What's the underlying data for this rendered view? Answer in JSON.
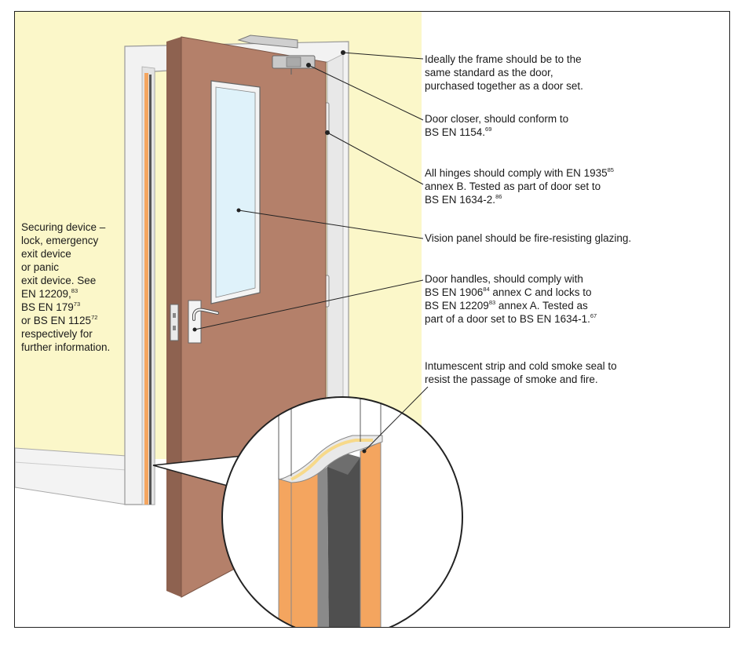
{
  "labels": {
    "frame": {
      "line1": "Ideally the frame should be to the",
      "line2": "same standard as the door,",
      "line3": "purchased together as a door set."
    },
    "closer": {
      "line1": "Door closer, should conform to",
      "line2_text": "BS EN 1154.",
      "line2_sup": "69"
    },
    "hinges": {
      "line1_text": "All hinges should comply with EN 1935",
      "line1_sup": "85",
      "line2": "annex B. Tested as part of door set to",
      "line3_text": "BS EN 1634-2.",
      "line3_sup": "86"
    },
    "vision": {
      "line1": "Vision panel should be fire-resisting glazing."
    },
    "handles": {
      "line1": "Door handles, should comply with",
      "line2_a": "BS EN 1906",
      "line2_sup": "84",
      "line2_b": " annex C and locks to",
      "line3_a": "BS EN 12209",
      "line3_sup": "83",
      "line3_b": " annex A. Tested as",
      "line4_text": "part of a door set to BS EN 1634-1.",
      "line4_sup": "67"
    },
    "strip": {
      "line1": "Intumescent strip and cold smoke seal to",
      "line2": "resist the passage of smoke and fire."
    },
    "securing": {
      "line1": "Securing device –",
      "line2": "lock, emergency",
      "line3": "exit device",
      "line4": "or panic",
      "line5": "exit device. See",
      "line6_text": "EN 12209,",
      "line6_sup": "83",
      "line7_text": "BS EN 179",
      "line7_sup": "73",
      "line8_text": "or BS EN 1125",
      "line8_sup": "72",
      "line9": "respectively for",
      "line10": "further information."
    }
  },
  "colors": {
    "wall": "#fbf7c9",
    "door": "#b4806a",
    "door_edge": "#8e6250",
    "frame": "#f4f4f4",
    "glass": "#dff2fa",
    "strip_orange": "#f4a55f",
    "seal_dark": "#555555",
    "leader": "#222222"
  }
}
